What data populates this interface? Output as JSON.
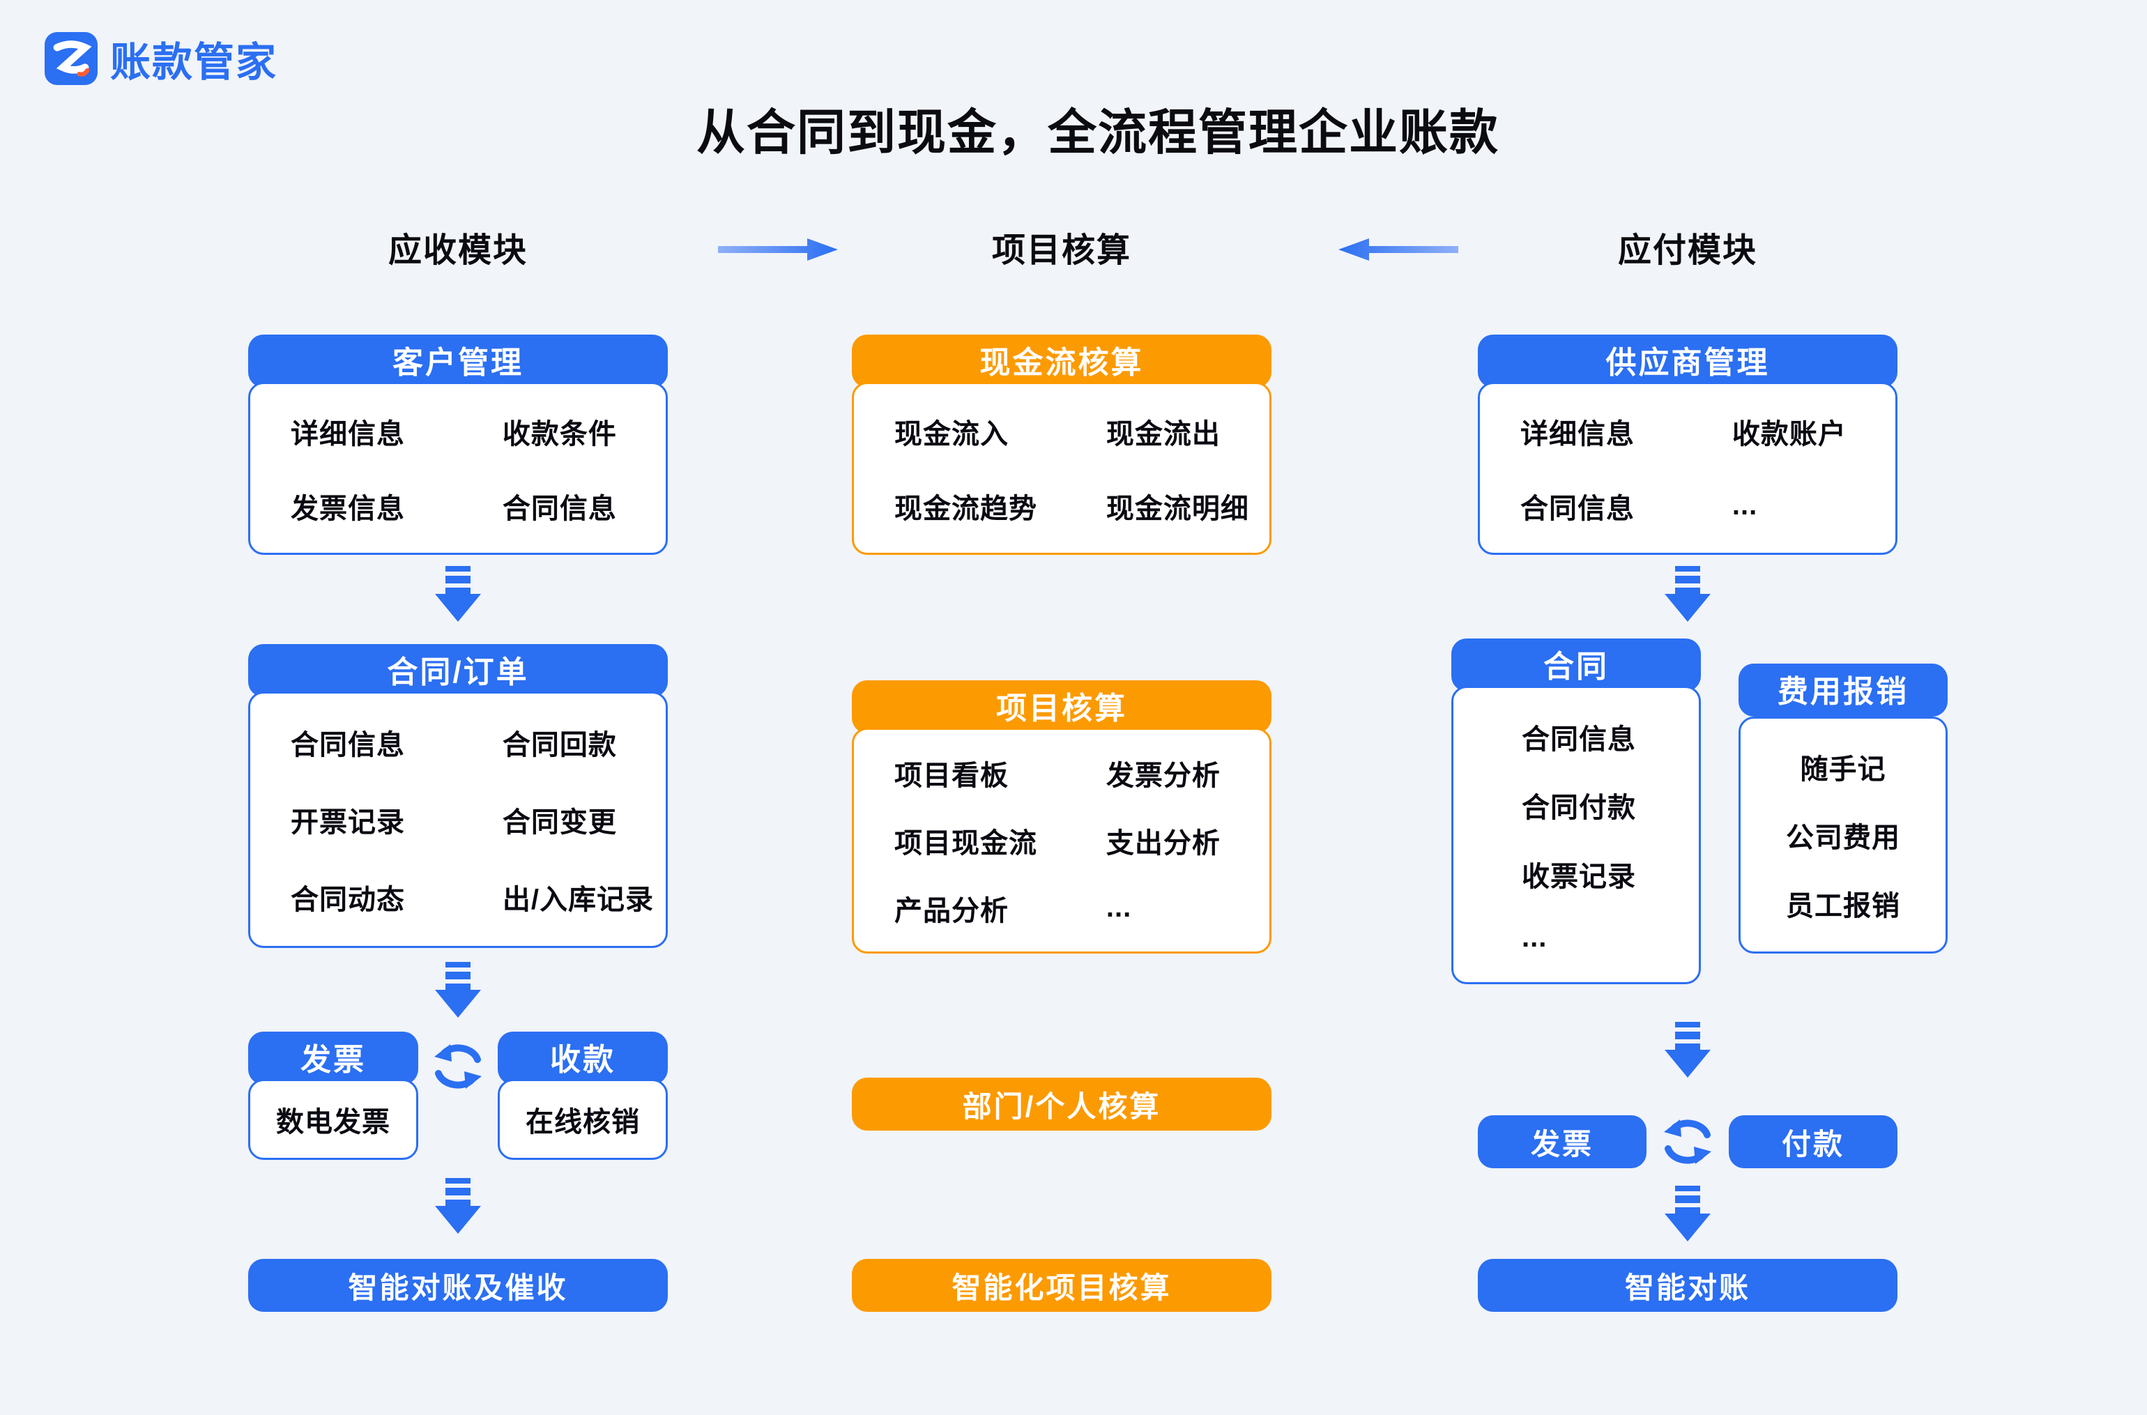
{
  "colors": {
    "blue": "#2B6FF2",
    "orange": "#FC9A02",
    "background": "#F1F4F9",
    "text": "#0A0A12"
  },
  "logo": {
    "brand": "账款管家"
  },
  "title": "从合同到现金，全流程管理企业账款",
  "sections": {
    "receivable": {
      "label": "应收模块",
      "customer_card": {
        "title": "客户管理",
        "items": [
          "详细信息",
          "收款条件",
          "发票信息",
          "合同信息"
        ]
      },
      "contract_card": {
        "title": "合同/订单",
        "items": [
          "合同信息",
          "合同回款",
          "开票记录",
          "合同变更",
          "合同动态",
          "出/入库记录"
        ]
      },
      "invoice_card": {
        "title": "发票",
        "item": "数电发票"
      },
      "receipt_card": {
        "title": "收款",
        "item": "在线核销"
      },
      "footer_pill": "智能对账及催收"
    },
    "project": {
      "label": "项目核算",
      "cashflow_card": {
        "title": "现金流核算",
        "items": [
          "现金流入",
          "现金流出",
          "现金流趋势",
          "现金流明细"
        ]
      },
      "accounting_card": {
        "title": "项目核算",
        "items": [
          "项目看板",
          "发票分析",
          "项目现金流",
          "支出分析",
          "产品分析",
          "..."
        ]
      },
      "dept_pill": "部门/个人核算",
      "footer_pill": "智能化项目核算"
    },
    "payable": {
      "label": "应付模块",
      "supplier_card": {
        "title": "供应商管理",
        "items": [
          "详细信息",
          "收款账户",
          "合同信息",
          "..."
        ]
      },
      "contract_card": {
        "title": "合同",
        "items": [
          "合同信息",
          "合同付款",
          "收票记录",
          "..."
        ]
      },
      "expense_card": {
        "title": "费用报销",
        "items": [
          "随手记",
          "公司费用",
          "员工报销"
        ]
      },
      "invoice_pill": "发票",
      "payment_pill": "付款",
      "footer_pill": "智能对账"
    }
  }
}
